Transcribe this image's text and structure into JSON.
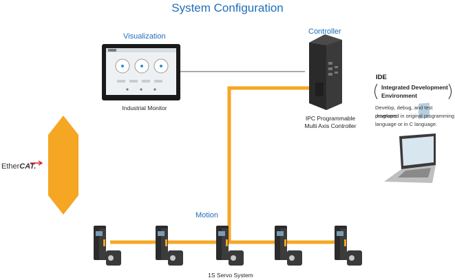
{
  "title": "System Configuration",
  "visualization": {
    "label": "Visualization",
    "device": "Industrial Monitor"
  },
  "controller": {
    "label": "Controller",
    "device_line1": "IPC Programmable",
    "device_line2": "Multi Axis Controller"
  },
  "ide": {
    "title": "IDE",
    "subtitle_line1": "Integrated Development",
    "subtitle_line2": "Environment",
    "desc_line1": "Develop, debug, and test programs",
    "desc_line2": "developed in original programming",
    "desc_line3": "language or in C language."
  },
  "ethercat": {
    "prefix": "Ether",
    "suffix": "CAT."
  },
  "motion": {
    "label": "Motion",
    "device": "1S Servo System"
  },
  "colors": {
    "accent_blue": "#1f6fb8",
    "network_orange": "#f5a623"
  }
}
